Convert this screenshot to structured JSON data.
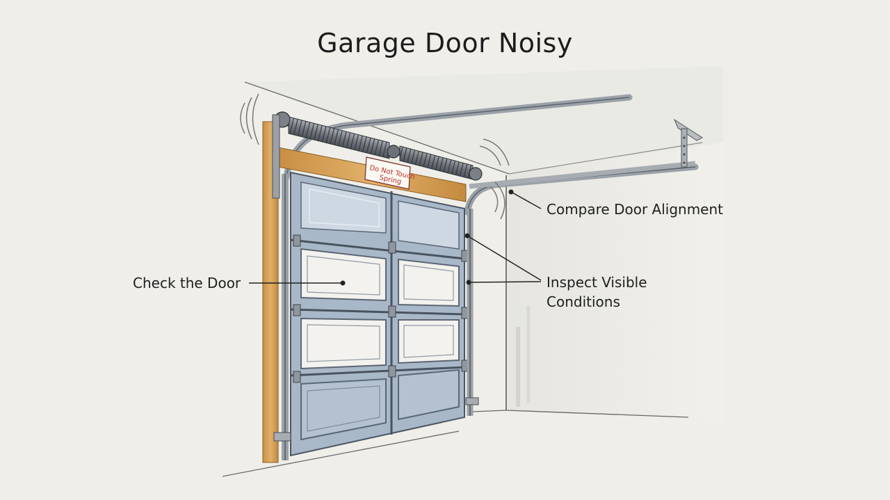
{
  "title": "Garage Door Noisy",
  "sign": {
    "line1": "Do Not Touch",
    "line2": "Spring"
  },
  "callouts": {
    "check_door": "Check the Door",
    "compare_alignment": "Compare Door Alignment",
    "inspect_line1": "Inspect Visible",
    "inspect_line2": "Conditions"
  },
  "colors": {
    "panel_blue": "#a9b8c9",
    "panel_white": "#f3f2ee",
    "header_wood": "#d8a559",
    "track_metal": "#8d949c",
    "sign_red": "#c0322b"
  }
}
